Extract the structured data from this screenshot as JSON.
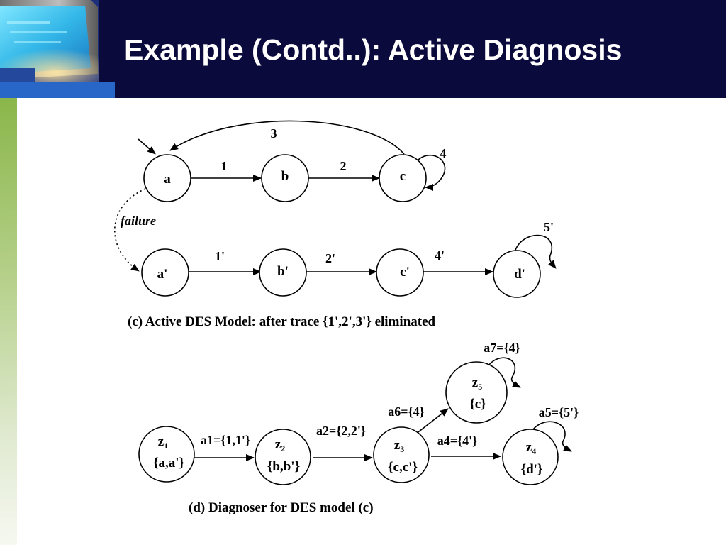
{
  "slide": {
    "title": "Example (Contd..): Active Diagnosis"
  },
  "diagram_c": {
    "caption": "(c) Active DES Model: after trace {1',2',3'} eliminated",
    "failure_label": "failure",
    "nodes": {
      "a": "a",
      "b": "b",
      "c": "c",
      "a_prime": "a'",
      "b_prime": "b'",
      "c_prime": "c'",
      "d_prime": "d'"
    },
    "edges": {
      "a_b": "1",
      "b_c": "2",
      "c_a": "3",
      "c_loop": "4",
      "ap_bp": "1'",
      "bp_cp": "2'",
      "cp_dp": "4'",
      "dp_loop": "5'"
    }
  },
  "diagram_d": {
    "caption": "(d) Diagnoser for DES model (c)",
    "nodes": {
      "z1": {
        "name": "z",
        "sub": "1",
        "set": "{a,a'}"
      },
      "z2": {
        "name": "z",
        "sub": "2",
        "set": "{b,b'}"
      },
      "z3": {
        "name": "z",
        "sub": "3",
        "set": "{c,c'}"
      },
      "z4": {
        "name": "z",
        "sub": "4",
        "set": "{d'}"
      },
      "z5": {
        "name": "z",
        "sub": "5",
        "set": "{c}"
      }
    },
    "edges": {
      "z1_z2": "a1={1,1'}",
      "z2_z3": "a2={2,2'}",
      "z3_z4": "a4={4'}",
      "z3_z5": "a6={4}",
      "z5_loop": "a7={4}",
      "z4_loop": "a5={5'}"
    }
  }
}
